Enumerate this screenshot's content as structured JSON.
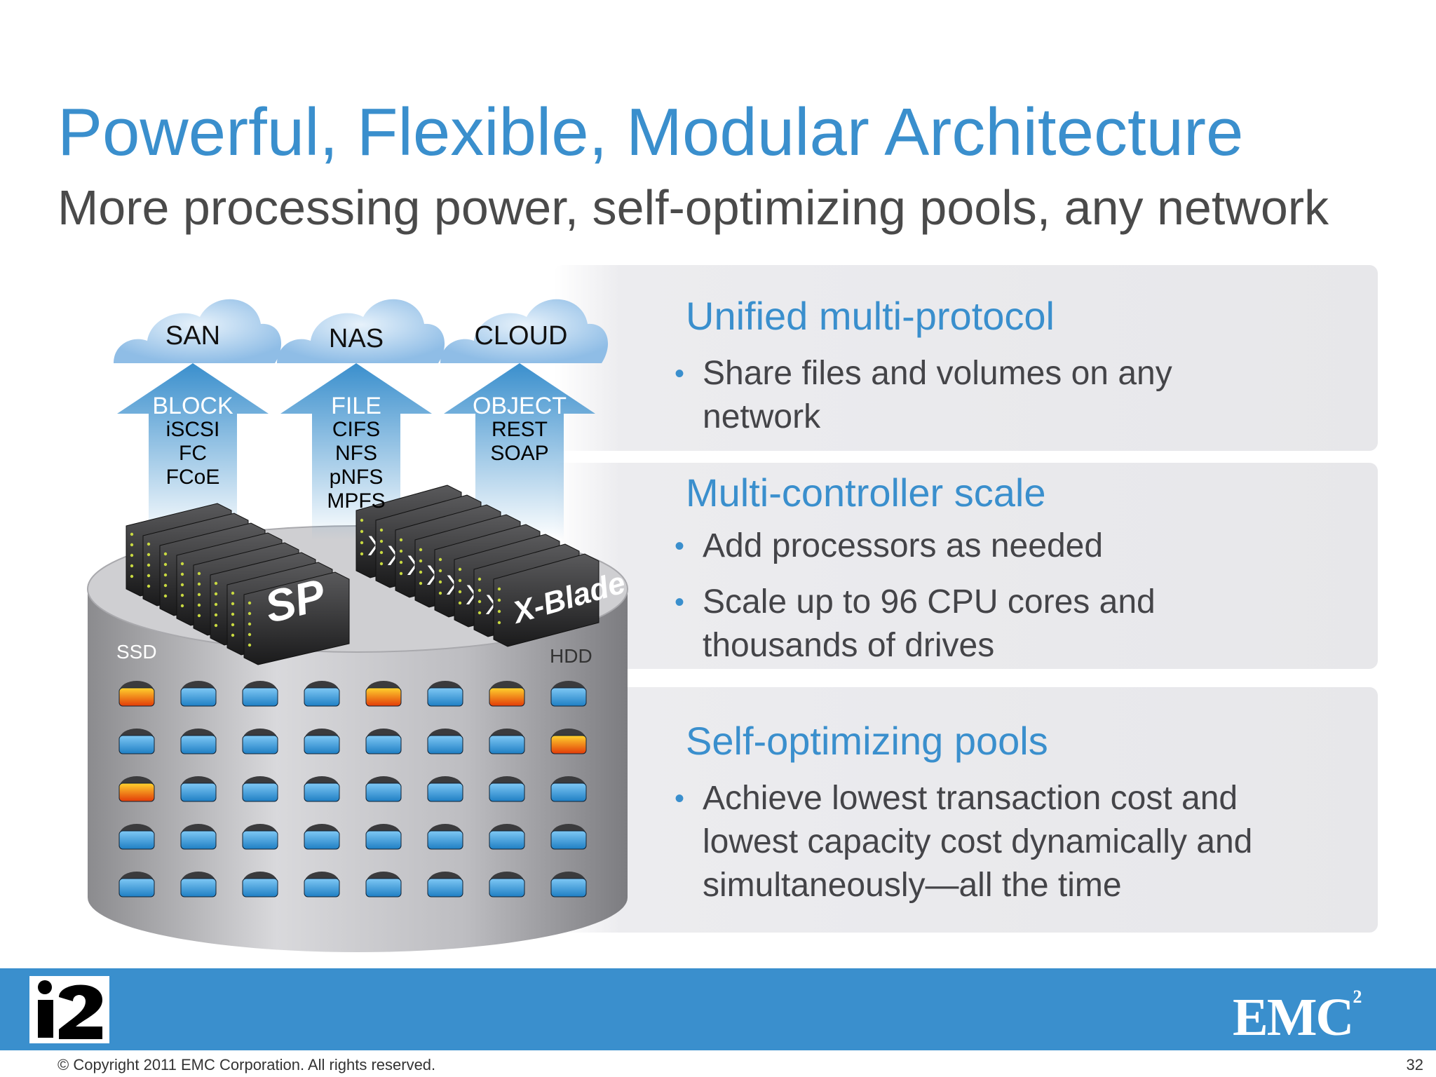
{
  "title": "Powerful, Flexible, Modular Architecture",
  "subtitle": "More processing power, self-optimizing pools, any network",
  "diagram": {
    "clouds": [
      {
        "name": "SAN",
        "type": "BLOCK",
        "protocols": [
          "iSCSI",
          "FC",
          "FCoE"
        ]
      },
      {
        "name": "NAS",
        "type": "FILE",
        "protocols": [
          "CIFS",
          "NFS",
          "pNFS",
          "MPFS"
        ]
      },
      {
        "name": "CLOUD",
        "type": "OBJECT",
        "protocols": [
          "REST",
          "SOAP"
        ]
      }
    ],
    "sp_label": "SP",
    "xblade_label": "X-Blade",
    "xblade_mark": "X",
    "ssd_label": "SSD",
    "hdd_label": "HDD",
    "colors": {
      "cloud": "#9fc8ec",
      "arrow": "#3a8fcd",
      "disk_blue": "#2f9be0",
      "disk_hot": "#f05a12"
    }
  },
  "panels": [
    {
      "heading": "Unified multi-protocol",
      "bullets": [
        "Share files and volumes on any network"
      ]
    },
    {
      "heading": "Multi-controller scale",
      "bullets": [
        "Add processors as needed",
        "Scale up to 96 CPU cores and thousands of drives"
      ]
    },
    {
      "heading": "Self-optimizing pools",
      "bullets": [
        "Achieve lowest transaction cost and lowest capacity cost dynamically and simultaneously—all the time"
      ]
    }
  ],
  "footer": {
    "copyright": "© Copyright 2011 EMC Corporation. All rights reserved.",
    "page": "32",
    "brand": "EMC",
    "brand_sup": "2"
  },
  "colors": {
    "accent": "#3a8fcd",
    "text": "#4a4a4a",
    "footer": "#3a8fcd"
  }
}
